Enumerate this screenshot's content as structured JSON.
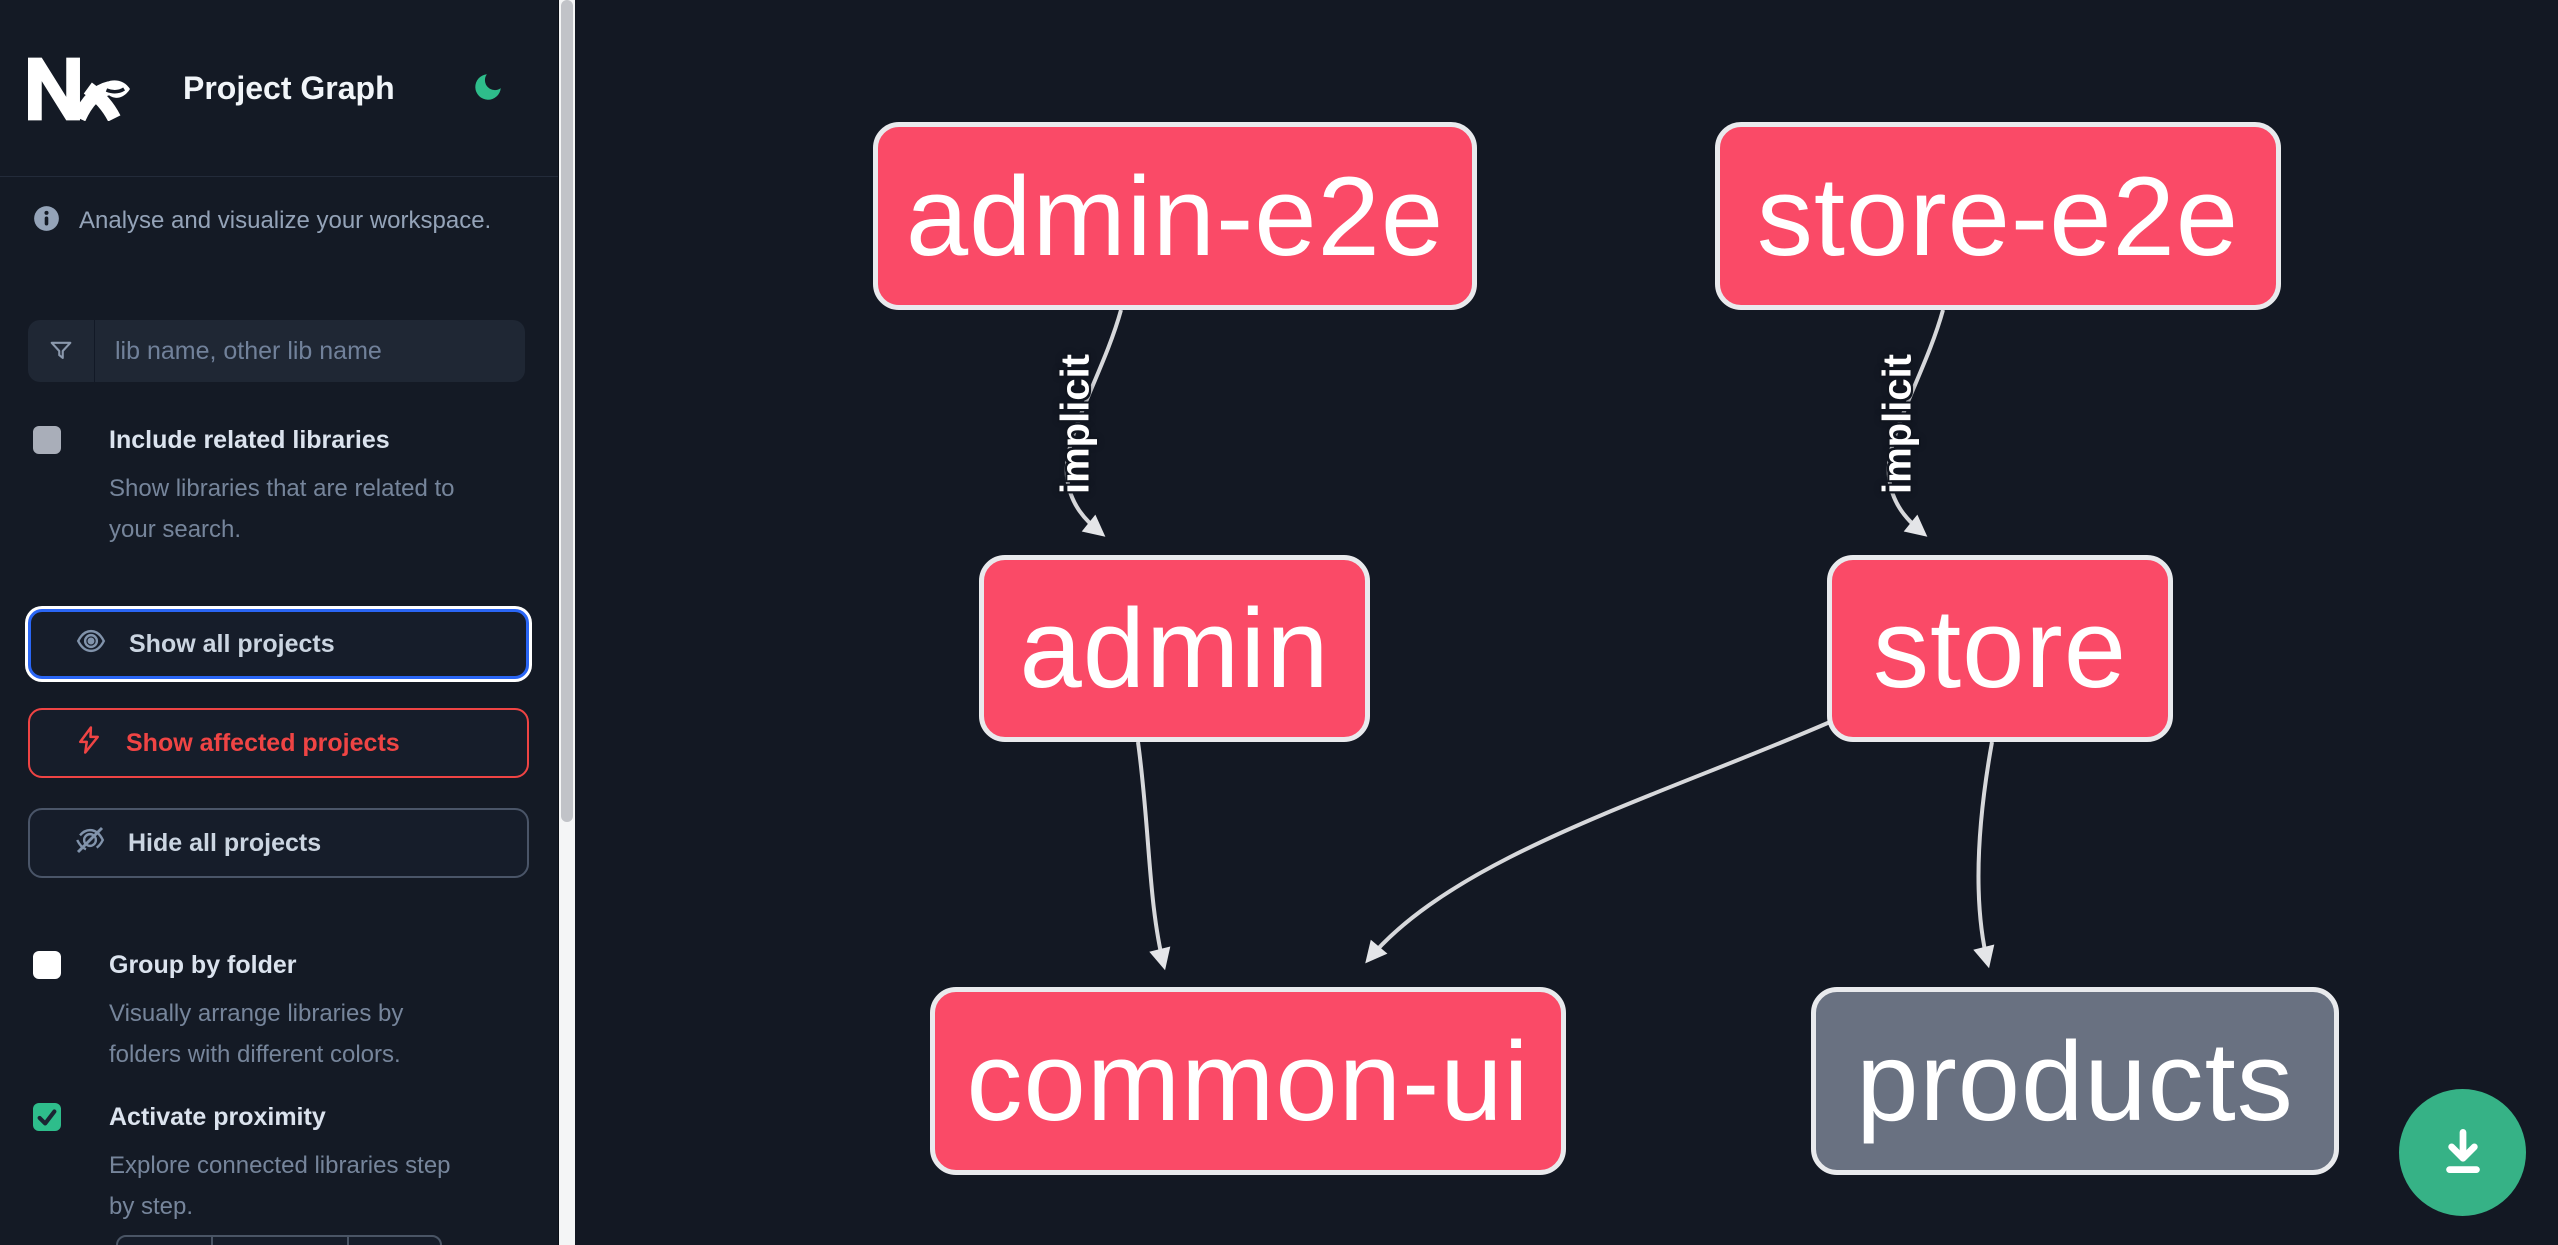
{
  "app": {
    "title": "Project Graph"
  },
  "colors": {
    "sidebar_bg": "#141a25",
    "graph_bg": "#131823",
    "affected_pink": "#fa4a67",
    "plain_gray": "#697181",
    "edge_gray": "#d7d8db",
    "accent_green": "#2ebd8b",
    "fab_green": "#36b286",
    "focus_blue": "#2a66f5",
    "danger_red": "#ef4444"
  },
  "sidebar": {
    "tagline": "Analyse and visualize your workspace.",
    "search": {
      "placeholder": "lib name, other lib name"
    },
    "toggles": [
      {
        "label": "Include related libraries",
        "description": "Show libraries that are related to\nyour search.",
        "checked": false,
        "disabled": true
      },
      {
        "label": "Group by folder",
        "description": "Visually arrange libraries by\nfolders with different colors.",
        "checked": false,
        "disabled": false
      },
      {
        "label": "Activate proximity",
        "description": "Explore connected libraries step\nby step.",
        "checked": true,
        "disabled": false
      }
    ],
    "actions": [
      {
        "label": "Show all projects",
        "state": "focused"
      },
      {
        "label": "Show affected projects",
        "state": "affected"
      },
      {
        "label": "Hide all projects",
        "state": "default"
      }
    ]
  },
  "graph": {
    "nodes": [
      {
        "id": "admin-e2e",
        "label": "admin-e2e",
        "type": "affected"
      },
      {
        "id": "store-e2e",
        "label": "store-e2e",
        "type": "affected"
      },
      {
        "id": "admin",
        "label": "admin",
        "type": "affected"
      },
      {
        "id": "store",
        "label": "store",
        "type": "affected"
      },
      {
        "id": "common-ui",
        "label": "common-ui",
        "type": "affected"
      },
      {
        "id": "products",
        "label": "products",
        "type": "plain"
      }
    ],
    "edges": [
      {
        "source": "admin-e2e",
        "target": "admin",
        "label": "implicit"
      },
      {
        "source": "store-e2e",
        "target": "store",
        "label": "implicit"
      },
      {
        "source": "admin",
        "target": "common-ui",
        "label": ""
      },
      {
        "source": "store",
        "target": "common-ui",
        "label": ""
      },
      {
        "source": "store",
        "target": "products",
        "label": ""
      }
    ]
  }
}
